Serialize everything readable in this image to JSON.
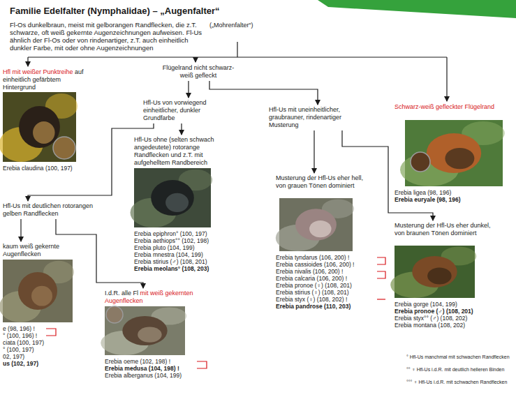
{
  "diagram": {
    "title": "Familie Edelfalter (Nymphalidae) – „Augenfalter“",
    "nodes": [
      {
        "text": [
          "Flügelrand nicht schwarz-weiß gefleckt"
        ]
      },
      {
        "text": [
          "Hfl mit weißer Punktreihe auf einheitlich gefärbtem Hintergrund",
          "Erebia claudina (100, 197)"
        ]
      },
      {
        "text": [
          "Schwarz-weiß gefleckter Flügelrand",
          "Erebia ligea (98, 196)",
          "Erebia euryale (98, 196)"
        ]
      },
      {
        "text": [
          "Hfl-Us von vorwiegend einheitlicher, dunkler Grundfarbe"
        ]
      },
      {
        "text": [
          "Hfl-Us mit uneinheitlicher, graubrauner, rindenartiger Musterung"
        ]
      },
      {
        "text": [
          "Hfl-Us ohne (selten schwach angedeutete) rotorange Randflecken und z.T. mit aufgehelltem Randbereich",
          "Erebia epiphron° (100, 197)",
          "Erebia aethiops°° (102, 198)",
          "Erebia pluto (104, 199)",
          "Erebia mnestra (104, 199)",
          "Erebia stirius (♂) (108, 201)",
          "Erebia meolans° (108, 203)"
        ]
      },
      {
        "text": [
          "Hfl-Us mit deutlichen rotorangen gelben Randflecken"
        ]
      },
      {
        "text": [
          "Musterung der Hfl-Us eher hell, von grauen Tönen dominiert",
          "Erebia tyndarus (106, 200) !",
          "Erebia cassioides (106, 200) !",
          "Erebia nivalis (106, 200) !",
          "Erebia calcaria (106, 200) !",
          "Erebia pronoe (♀) (108, 201)",
          "Erebia stirius (♀) (108, 201)",
          "Erebia styx (♀) (108, 202) !",
          "Erebia pandrose (110, 203)"
        ]
      },
      {
        "text": [
          "Musterung der Hfl-Us eher dunkel, von braunen Tönen dominiert",
          "Erebia gorge (104, 199)",
          "Erebia pronoe (♂) (108, 201)",
          "Erebia styx°° (♂) (108, 202)",
          "Erebia montana (108, 202)"
        ]
      },
      {
        "text": [
          "kaum weiß gekernte Augenflecken",
          "e (98, 196) !",
          "° (100, 196) !",
          "ciata (100, 197)",
          "° (100, 197)",
          "02, 197)",
          "us (102, 197)"
        ]
      },
      {
        "text": [
          "I.d.R. alle Fl mit weiß gekernten Augenflecken",
          "Erebia oeme (102, 198) !",
          "Erebia medusa (104, 198) !",
          "Erebia alberganus (104, 199)"
        ]
      }
    ],
    "edges": [
      {
        "from": 0,
        "to": 3,
        "arrow": "to"
      },
      {
        "from": 0,
        "to": 4,
        "arrow": "to"
      },
      {
        "from": 3,
        "to": 5,
        "arrow": "to"
      },
      {
        "from": 3,
        "to": 6,
        "arrow": "to"
      },
      {
        "from": 4,
        "to": 7,
        "arrow": "to"
      },
      {
        "from": 4,
        "to": 8,
        "arrow": "to"
      },
      {
        "from": 6,
        "to": 9,
        "arrow": "to"
      },
      {
        "from": 6,
        "to": 10,
        "arrow": "to"
      }
    ],
    "labels": [
      "(„Mohrenfalter“)",
      "Fl-Os dunkelbraun, meist mit gelborangen Randflecken, die z.T. schwarze, oft weiß gekernte Augenzeichnungen aufweisen. Fl-Us ähnlich der Fl-Os oder von rindenartiger, z.T. auch einheitlich dunkler Farbe, mit oder ohne Augenzeichnungen",
      "° Hfl-Us manchmal mit schwachen Randflecken",
      "°° ♀ Hfl-Us i.d.R. mit deutlich helleren Binden",
      "°°° ♀ Hfl-Us i.d.R. mit schwachen Randflecken"
    ]
  }
}
